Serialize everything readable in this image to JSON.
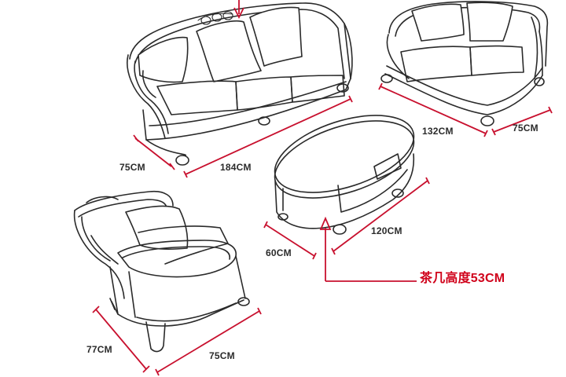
{
  "labels": {
    "sofa_depth": "75CM",
    "sofa_width": "184CM",
    "loveseat_width": "132CM",
    "loveseat_depth": "75CM",
    "table_length": "120CM",
    "table_depth": "60CM",
    "table_height": "茶几高度53CM",
    "chair_depth": "77CM",
    "chair_width": "75CM"
  },
  "colors": {
    "dimension_line": "#c8102e",
    "callout_text": "#d0021b",
    "outline": "#2a2a2a"
  }
}
